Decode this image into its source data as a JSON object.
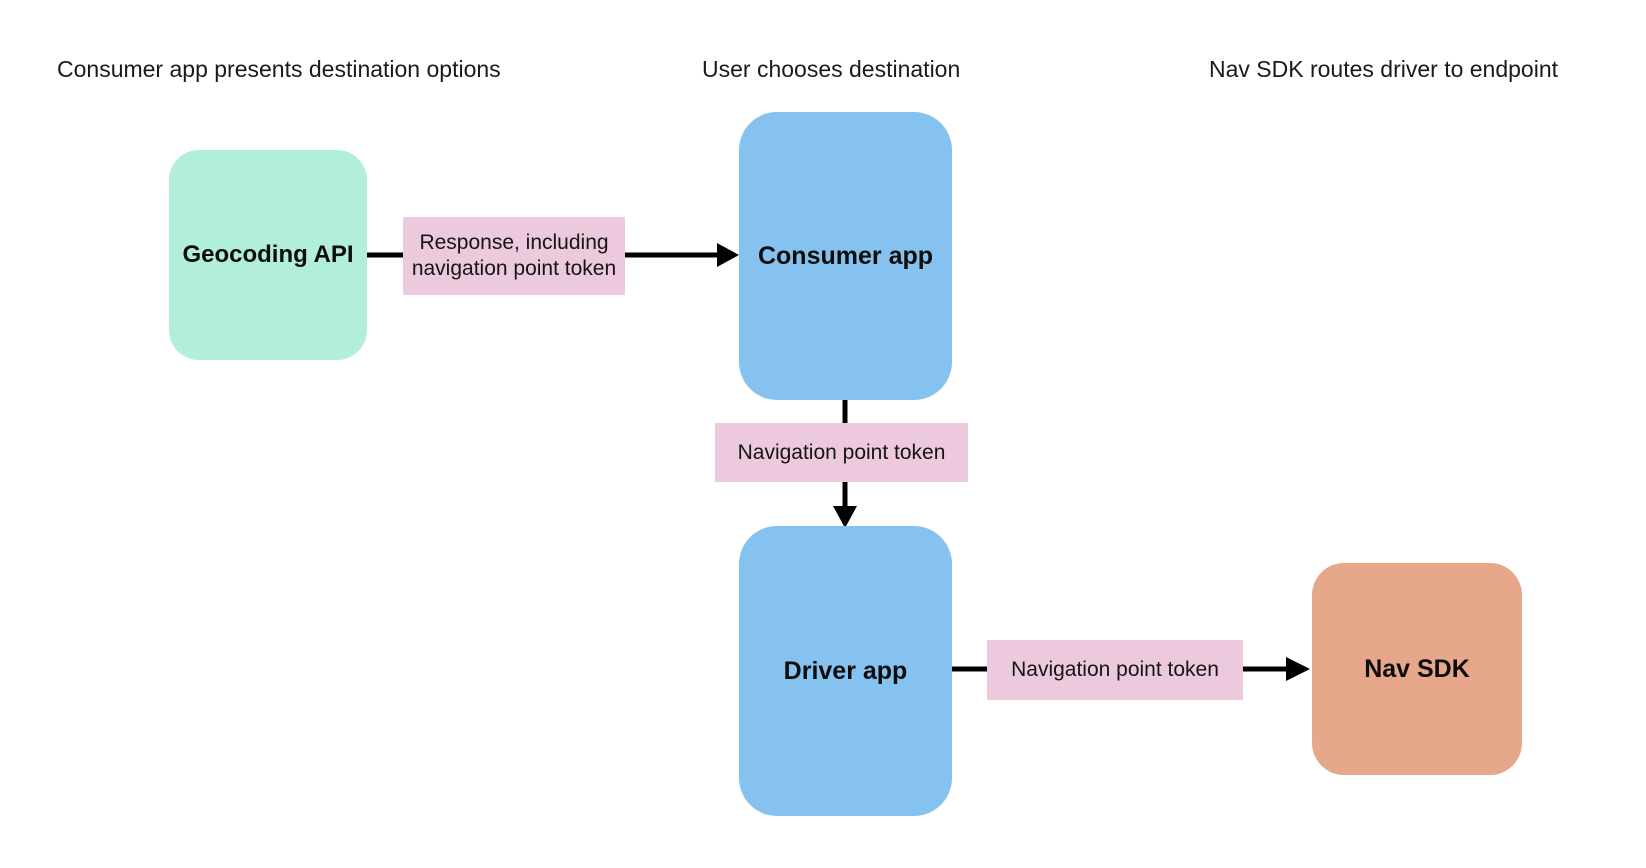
{
  "diagram": {
    "background": "#ffffff",
    "arrow_color": "#000000",
    "headers": [
      {
        "label": "Consumer app presents destination options"
      },
      {
        "label": "User chooses destination"
      },
      {
        "label": "Nav SDK routes driver to endpoint"
      }
    ],
    "nodes": {
      "geocoding_api": {
        "label": "Geocoding API",
        "color": "#b1efdb"
      },
      "consumer_app": {
        "label": "Consumer app",
        "color": "#85c2ef"
      },
      "driver_app": {
        "label": "Driver app",
        "color": "#85c2ef"
      },
      "nav_sdk": {
        "label": "Nav SDK",
        "color": "#e7a78a"
      }
    },
    "edge_labels": {
      "response_including_token": {
        "label": "Response, including navigation point token",
        "color": "#ecc9dd"
      },
      "navigation_point_token_consumer_to_driver": {
        "label": "Navigation point token",
        "color": "#ecc9dd"
      },
      "navigation_point_token_driver_to_navsdk": {
        "label": "Navigation point token",
        "color": "#ecc9dd"
      }
    }
  }
}
